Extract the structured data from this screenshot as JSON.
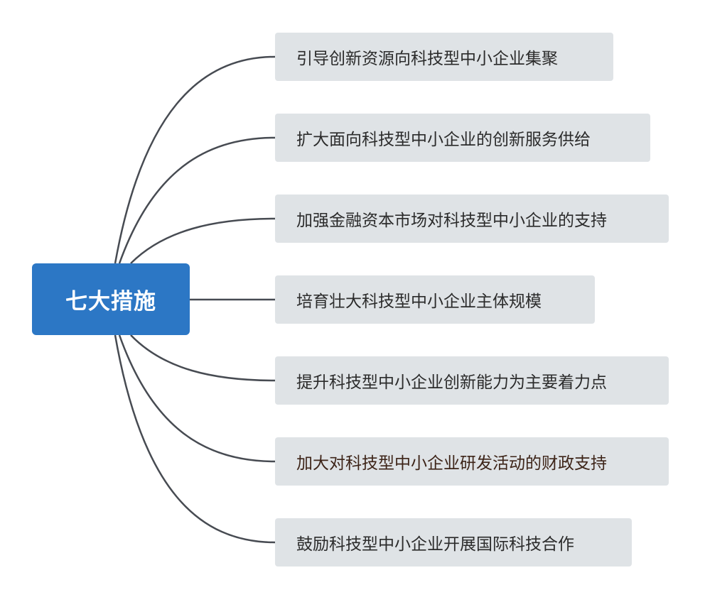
{
  "root": {
    "label": "七大措施",
    "color": "#2c77c5",
    "text_color": "#ffffff"
  },
  "branch_style": {
    "background": "#dfe3e6",
    "line_color": "#474b52"
  },
  "branches": [
    {
      "label": "引导创新资源向科技型中小企业集聚",
      "text_color": "#2b2b2b"
    },
    {
      "label": "扩大面向科技型中小企业的创新服务供给",
      "text_color": "#2b2b2b"
    },
    {
      "label": "加强金融资本市场对科技型中小企业的支持",
      "text_color": "#2b2b2b"
    },
    {
      "label": "培育壮大科技型中小企业主体规模",
      "text_color": "#2b2b2b"
    },
    {
      "label": "提升科技型中小企业创新能力为主要着力点",
      "text_color": "#2b2b2b"
    },
    {
      "label": "加大对科技型中小企业研发活动的财政支持",
      "text_color": "#3d2418"
    },
    {
      "label": "鼓励科技型中小企业开展国际科技合作",
      "text_color": "#2b2b2b"
    }
  ]
}
